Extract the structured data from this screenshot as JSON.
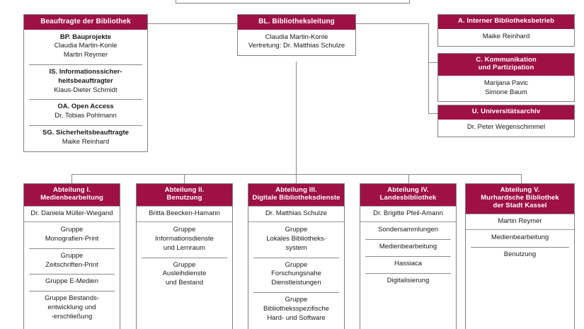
{
  "meta": {
    "accent_color": "#9E1144",
    "line_color": "#8A8A8A",
    "text_color": "#1A1A1A",
    "header_text_color": "#FFFFFF"
  },
  "staff_box": {
    "header": "Beauftragte der Bibliothek",
    "entries": [
      {
        "title": "BP. Bauprojekte",
        "people": [
          "Claudia Martin-Konle",
          "Martin Reymer"
        ]
      },
      {
        "title": "IS. Informationssicher-\nheitsbeauftragter",
        "title_line1": "IS. Informationssicher-",
        "title_line2": "heitsbeauftragter",
        "people": [
          "Klaus-Dieter Schmidt"
        ]
      },
      {
        "title": "OA. Open Access",
        "people": [
          "Dr. Tobias Pohlmann"
        ]
      },
      {
        "title": "SG. Sicherheitsbeauftragte",
        "people": [
          "Maike Reinhard"
        ]
      }
    ]
  },
  "leadership": {
    "header": "BL. Bibliotheksleitung",
    "line1": "Claudia Martin-Konle",
    "line2": "Vertretung: Dr. Matthias Schulze"
  },
  "right_units": [
    {
      "header": "A. Interner Bibliotheksbetrieb",
      "header_line1": "A. Interner Bibliotheksbetrieb",
      "header_line2": "",
      "people": [
        "Maike Reinhard"
      ]
    },
    {
      "header": "C. Kommunikation und Partizipation",
      "header_line1": "C. Kommunikation",
      "header_line2": "und Partizipation",
      "people": [
        "Marijana Pavic",
        "Simone Baum"
      ]
    },
    {
      "header": "U. Universitätsarchiv",
      "header_line1": "U. Universitätsarchiv",
      "header_line2": "",
      "people": [
        "Dr. Peter Wegenschimmel"
      ]
    }
  ],
  "departments": [
    {
      "header_line1": "Abteilung I.",
      "header_line2": "Medienbearbeitung",
      "header_line3": "",
      "head": "Dr. Daniela Müller-Wiegand",
      "groups": [
        [
          "Gruppe",
          "Monografien-Print"
        ],
        [
          "Gruppe",
          "Zeitschriften-Print"
        ],
        [
          "Gruppe E-Medien"
        ],
        [
          "Gruppe Bestands-",
          "entwicklung und",
          "-erschließung"
        ]
      ]
    },
    {
      "header_line1": "Abteilung II.",
      "header_line2": "Benutzung",
      "header_line3": "",
      "head": "Britta Beecken-Hamann",
      "groups": [
        [
          "Gruppe",
          "Informationsdienste",
          "und Lernraum"
        ],
        [
          "Gruppe",
          "Ausleihdienste",
          "und Bestand"
        ]
      ]
    },
    {
      "header_line1": "Abteilung III.",
      "header_line2": "Digitale Bibliotheksdienste",
      "header_line3": "",
      "head": "Dr. Matthias Schulze",
      "groups": [
        [
          "Gruppe",
          "Lokales Bibliotheks-",
          "system"
        ],
        [
          "Gruppe",
          "Forschungsnahe",
          "Dienstleistungen"
        ],
        [
          "Gruppe",
          "Bibliotheksspezifische",
          "Hard- und Software"
        ]
      ]
    },
    {
      "header_line1": "Abteilung IV.",
      "header_line2": "Landesbibliothek",
      "header_line3": "",
      "head": "Dr. Brigitte Pfeil-Amann",
      "groups": [
        [
          "Sondersammlungen"
        ],
        [
          "Medienbearbeitung"
        ],
        [
          "Hassiaca"
        ],
        [
          "Digitalisierung"
        ]
      ]
    },
    {
      "header_line1": "Abteilung V.",
      "header_line2": "Murhardsche Bibliothek",
      "header_line3": "der Stadt Kassel",
      "head": "Martin Reymer",
      "groups": [
        [
          "Medienbearbeitung"
        ],
        [
          "Benutzung"
        ]
      ]
    }
  ]
}
